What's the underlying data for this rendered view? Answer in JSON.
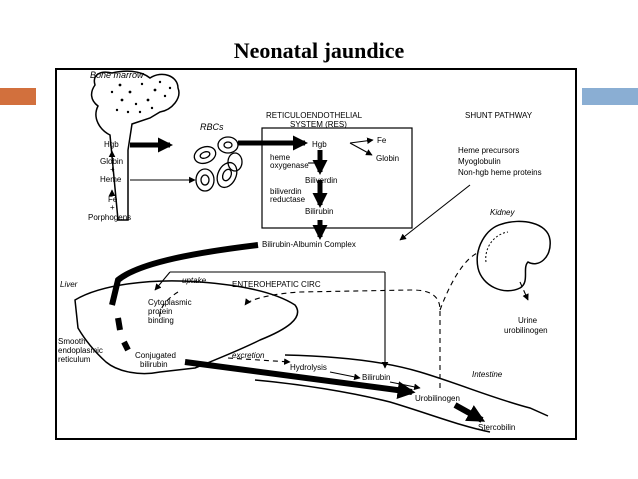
{
  "title": "Neonatal jaundice",
  "colors": {
    "left_bar": "#d2703d",
    "right_bar": "#8aaed3"
  },
  "labels": {
    "bone_marrow": "Bone marrow",
    "rbcs": "RBCs",
    "res_line1": "RETICULOENDOTHELIAL",
    "res_line2": "SYSTEM (RES)",
    "shunt": "SHUNT PATHWAY",
    "hgb_marrow": "Hgb",
    "globin_marrow": "Globin",
    "plus1": "+",
    "heme_marrow": "Heme",
    "fe_marrow": "Fe",
    "plus2": "+",
    "porphogens": "Porphogens",
    "hgb_res": "Hgb",
    "fe_res": "Fe",
    "globin_res": "Globin",
    "heme_oxygenase_1": "heme",
    "heme_oxygenase_2": "oxygenase",
    "biliverdin": "Biliverdin",
    "biliverdin_reductase_1": "biliverdin",
    "biliverdin_reductase_2": "reductase",
    "bilirubin_res": "Bilirubin",
    "shunt_item1": "Heme precursors",
    "shunt_item2": "Myoglobulin",
    "shunt_item3": "Non-hgb heme proteins",
    "kidney": "Kidney",
    "complex": "Bilirubin-Albumin Complex",
    "liver": "Liver",
    "uptake": "uptake",
    "enterohepatic": "ENTEROHEPATIC CIRC",
    "cyto1": "Cytoplasmic",
    "cyto2": "protein",
    "cyto3": "binding",
    "ser1": "Smooth",
    "ser2": "endoplasmic",
    "ser3": "reticulum",
    "conj1": "Conjugated",
    "conj2": "bilirubin",
    "excretion": "excretion",
    "hydrolysis": "Hydrolysis",
    "bilirubin_int": "Bilirubin",
    "urobilinogen": "Urobilinogen",
    "stercobilin": "Stercobilin",
    "intestine": "Intestine",
    "urine1": "Urine",
    "urine2": "urobilinogen"
  }
}
